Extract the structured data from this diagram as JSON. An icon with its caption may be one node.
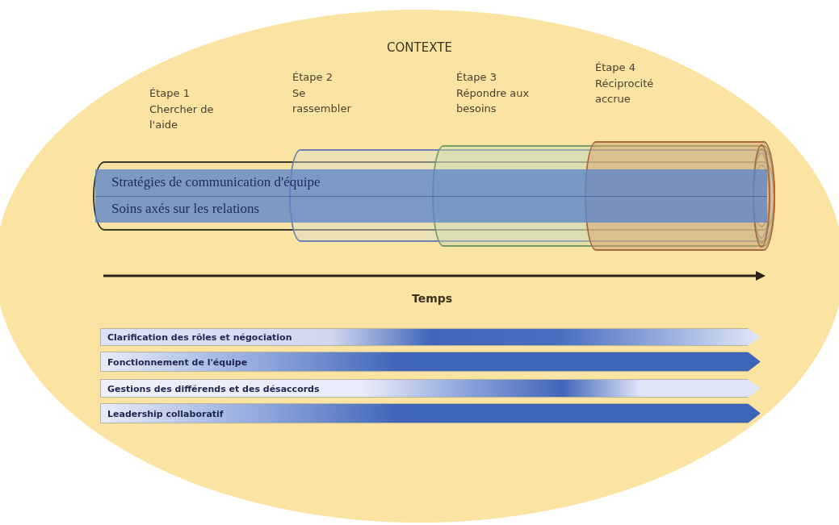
{
  "diagram": {
    "nodes": [
      {
        "text": [
          "CONTEXTE"
        ]
      },
      {
        "text": [
          "Stratégies de communication d'équipe",
          "Soins axés sur les relations"
        ],
        "in": 0
      },
      {
        "text": [
          "Clarification des rôles et négociation"
        ],
        "in": 0
      },
      {
        "text": [
          "Fonctionnement de l'équipe"
        ],
        "in": 0
      },
      {
        "text": [
          "Gestions des différends et des désaccords"
        ],
        "in": 0
      },
      {
        "text": [
          "Leadership collaboratif"
        ],
        "in": 0
      }
    ],
    "labels": [
      "Étape 1",
      "Chercher de l'aide",
      "Étape 2",
      "Se rassembler",
      "Étape 3",
      "Répondre aux besoins",
      "Étape 4",
      "Réciprocité accrue",
      "Temps"
    ]
  }
}
